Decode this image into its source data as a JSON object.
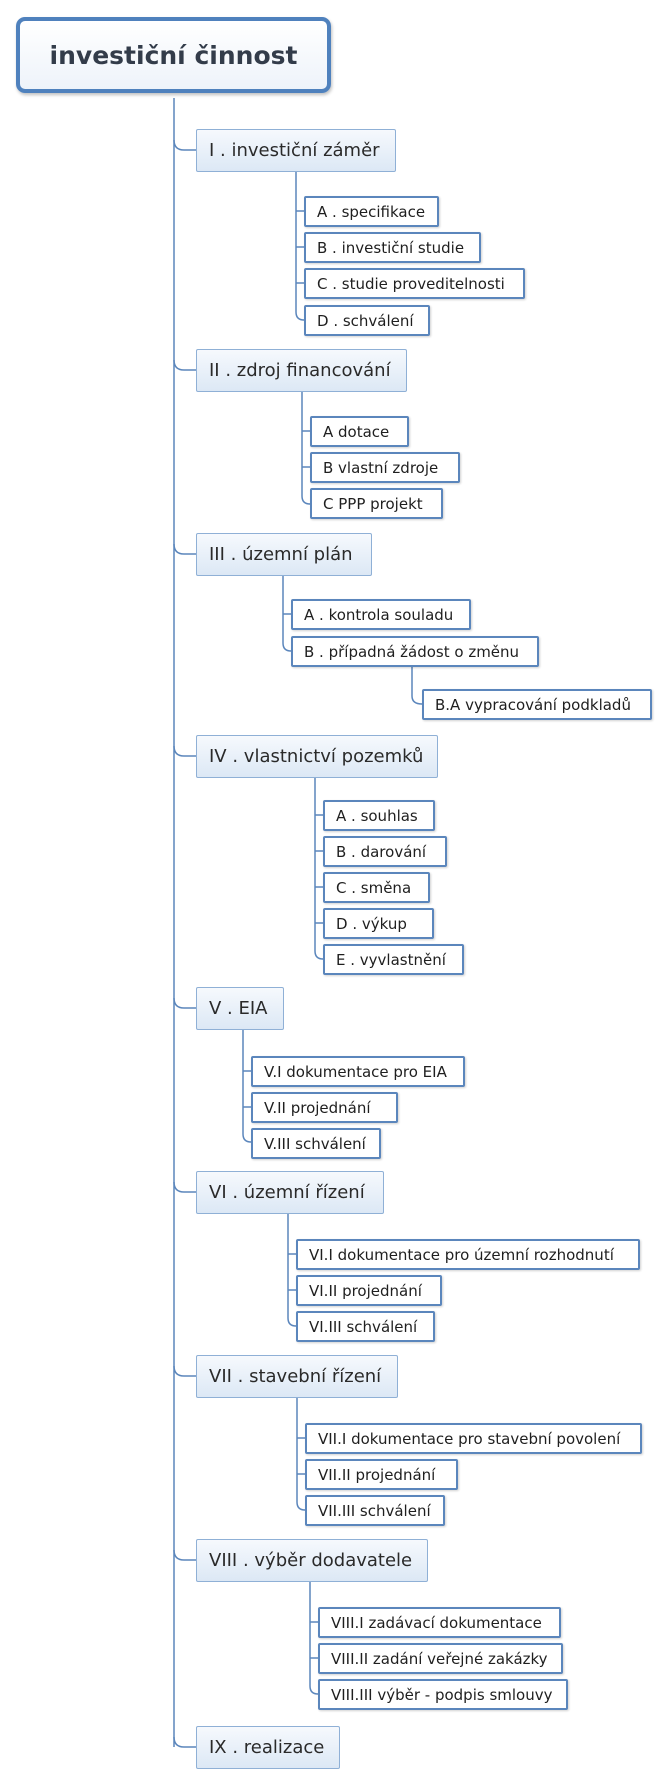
{
  "root": {
    "label": "investiční činnost"
  },
  "topics": [
    {
      "label": "I . investiční záměr",
      "children": [
        "A . specifikace",
        "B . investiční studie",
        "C . studie proveditelnosti",
        "D . schválení"
      ]
    },
    {
      "label": "II . zdroj financování",
      "children": [
        "A dotace",
        "B vlastní zdroje",
        "C PPP projekt"
      ]
    },
    {
      "label": "III . územní plán",
      "children": [
        "A . kontrola souladu",
        "B . případná žádost o změnu"
      ],
      "grandchild": "B.A vypracování podkladů"
    },
    {
      "label": "IV . vlastnictví pozemků",
      "children": [
        "A . souhlas",
        "B . darování",
        "C . směna",
        "D . výkup",
        "E . vyvlastnění"
      ]
    },
    {
      "label": "V . EIA",
      "children": [
        "V.I dokumentace pro EIA",
        "V.II projednání",
        "V.III schválení"
      ]
    },
    {
      "label": "VI . územní řízení",
      "children": [
        "VI.I dokumentace pro územní rozhodnutí",
        "VI.II projednání",
        "VI.III schválení"
      ]
    },
    {
      "label": "VII . stavební řízení",
      "children": [
        "VII.I dokumentace pro stavební povolení",
        "VII.II projednání",
        "VII.III schválení"
      ]
    },
    {
      "label": "VIII . výběr dodavatele",
      "children": [
        "VIII.I zadávací dokumentace",
        "VIII.II zadání veřejné zakázky",
        "VIII.III výběr - podpis smlouvy"
      ]
    },
    {
      "label": "IX . realizace",
      "children": []
    }
  ]
}
